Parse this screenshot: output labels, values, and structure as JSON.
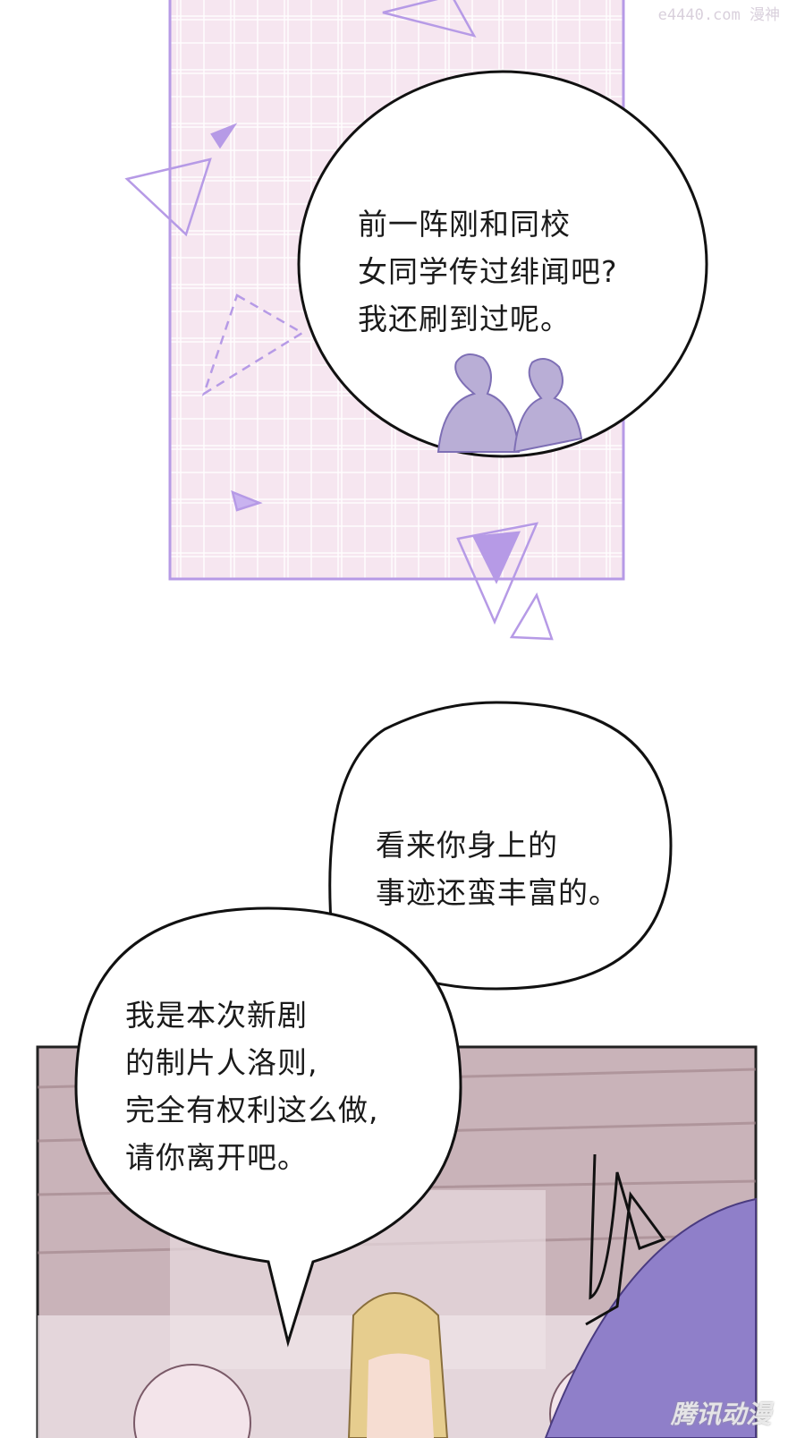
{
  "watermark": "e4440.com 漫神",
  "bubbles": [
    {
      "lines": [
        "前一阵刚和同校",
        "女同学传过绯闻吧?",
        "我还刷到过呢。"
      ]
    },
    {
      "lines": [
        "看来你身上的",
        "事迹还蛮丰富的。"
      ]
    },
    {
      "lines": [
        "我是本次新剧",
        "的制片人洛则,",
        "完全有权利这么做,",
        "请你离开吧。"
      ]
    }
  ],
  "logo": "腾讯动漫",
  "colors": {
    "panel_pink": "#f6e6f0",
    "lavender": "#b69ae6",
    "lower_panel": "#c9b3b9",
    "hair_purple": "#8f7fc9",
    "hair_blond": "#e6cd8e"
  }
}
